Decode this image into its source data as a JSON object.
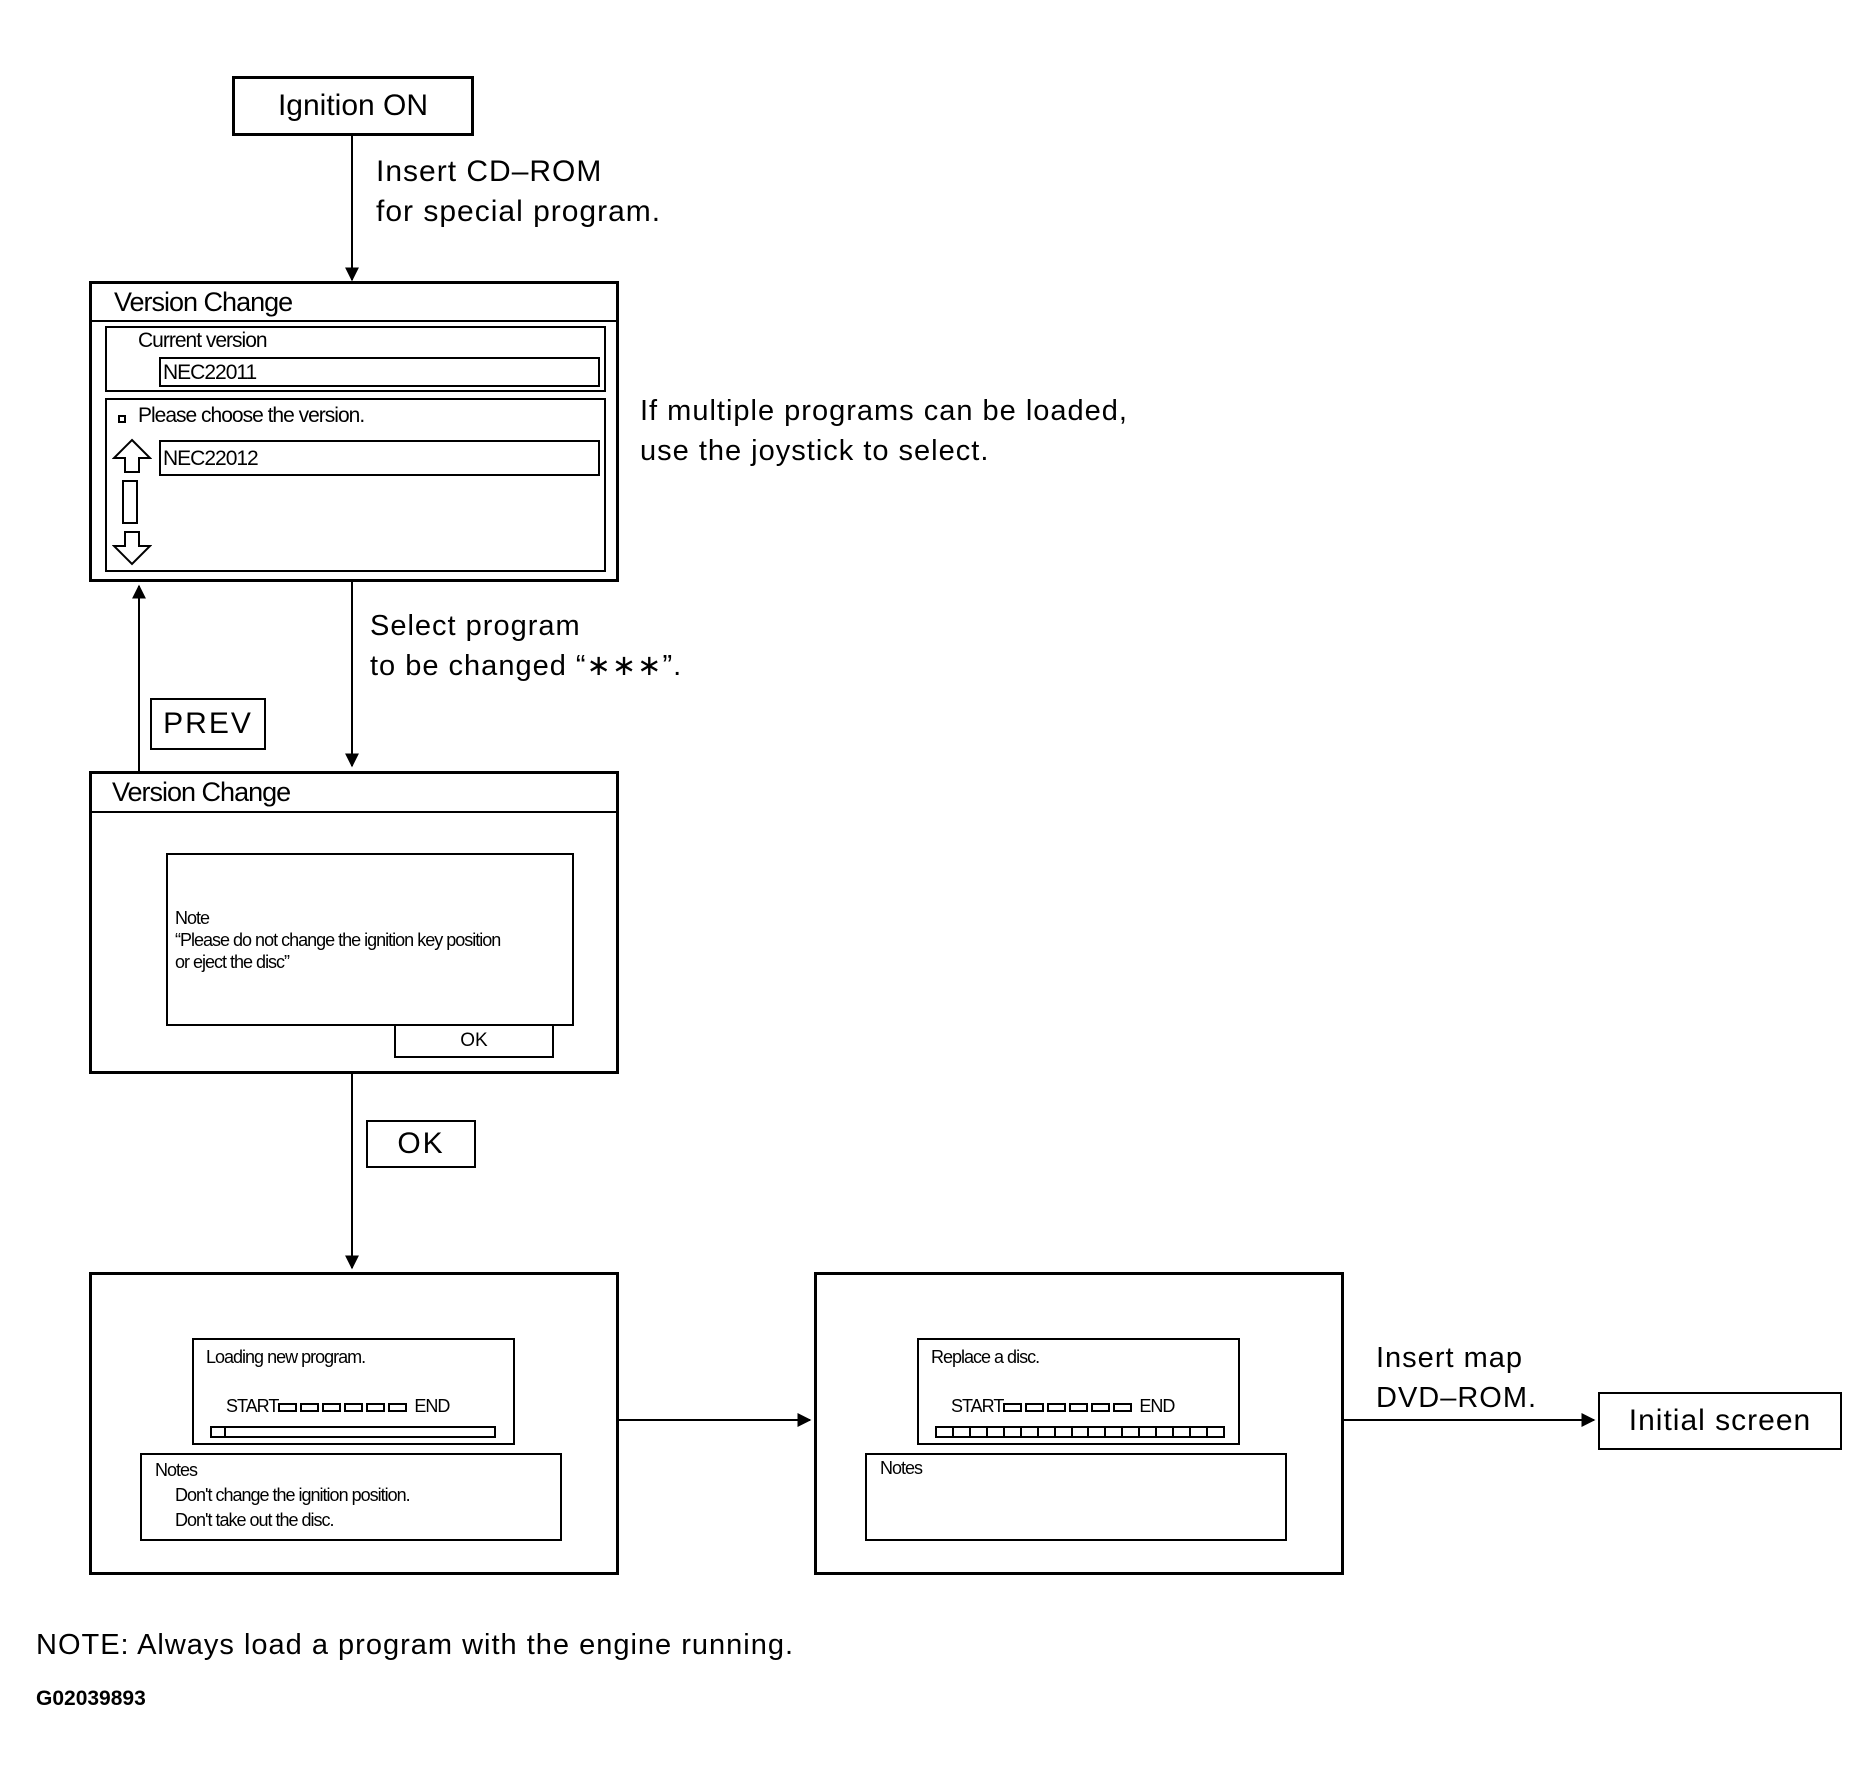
{
  "ignition_box": {
    "label": "Ignition ON"
  },
  "step1": {
    "line1": "Insert CD–ROM",
    "line2": "for special program."
  },
  "screen1": {
    "title": "Version Change",
    "current_label": "Current version",
    "current_value": "NEC22011",
    "choose_label": "Please choose the version.",
    "option_value": "NEC22012"
  },
  "side_note": {
    "line1": "If multiple programs can be loaded,",
    "line2": "use the joystick to select."
  },
  "step2": {
    "line1": "Select program",
    "line2": "to be changed “∗∗∗”."
  },
  "prev_button": {
    "label": "PREV"
  },
  "screen2": {
    "title": "Version Change",
    "note_line1": "Note",
    "note_line2": "“Please do not change the ignition key position",
    "note_line3": "or eject the disc”",
    "ok_label": "OK"
  },
  "ok_button": {
    "label": "OK"
  },
  "screen3": {
    "message": "Loading new program.",
    "start_label": "START",
    "end_label": "END",
    "notes_title": "Notes",
    "notes_line1": "Don't change the ignition position.",
    "notes_line2": "Don't take out the disc.",
    "progress": 0.05
  },
  "screen4": {
    "message": "Replace a disc.",
    "start_label": "START",
    "end_label": "END",
    "notes_title": "Notes",
    "progress": 1.0
  },
  "step3": {
    "line1": "Insert map",
    "line2": "DVD–ROM."
  },
  "final_box": {
    "label": "Initial screen"
  },
  "footer": {
    "note": "NOTE: Always load a program with the engine running.",
    "code": "G02039893"
  }
}
